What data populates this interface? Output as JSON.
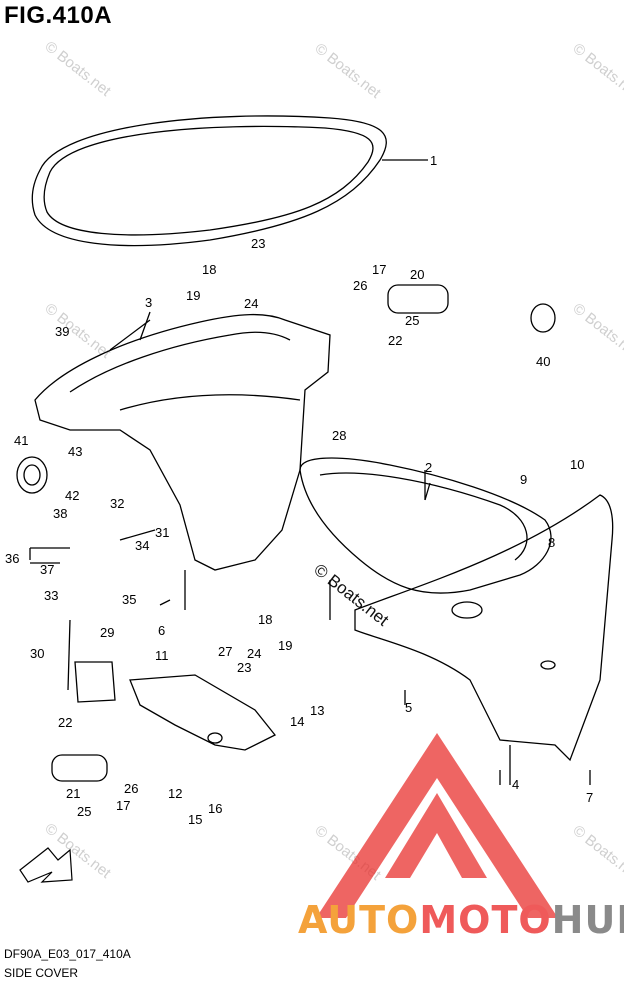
{
  "figure": {
    "title": "FIG.410A",
    "code": "DF90A_E03_017_410A",
    "subtitle": "SIDE COVER"
  },
  "watermark": {
    "text": "© Boats.net"
  },
  "brand": {
    "part1": "AUTO",
    "part2": "MOTO",
    "part3": "HUB",
    "color1": "#f4a23b",
    "color2": "#ef5a5a",
    "color3": "#8a8a8a",
    "logo_color": "#e8312f"
  },
  "callouts": [
    "1",
    "2",
    "3",
    "4",
    "5",
    "6",
    "7",
    "8",
    "9",
    "10",
    "11",
    "12",
    "13",
    "14",
    "15",
    "16",
    "17",
    "18",
    "19",
    "20",
    "21",
    "22",
    "23",
    "24",
    "25",
    "26",
    "27",
    "28",
    "29",
    "30",
    "31",
    "32",
    "33",
    "34",
    "35",
    "36",
    "37",
    "38",
    "39",
    "40",
    "41",
    "42",
    "43"
  ],
  "callouts_second_set": [
    "17",
    "18",
    "19",
    "22",
    "23",
    "24",
    "25",
    "26"
  ]
}
